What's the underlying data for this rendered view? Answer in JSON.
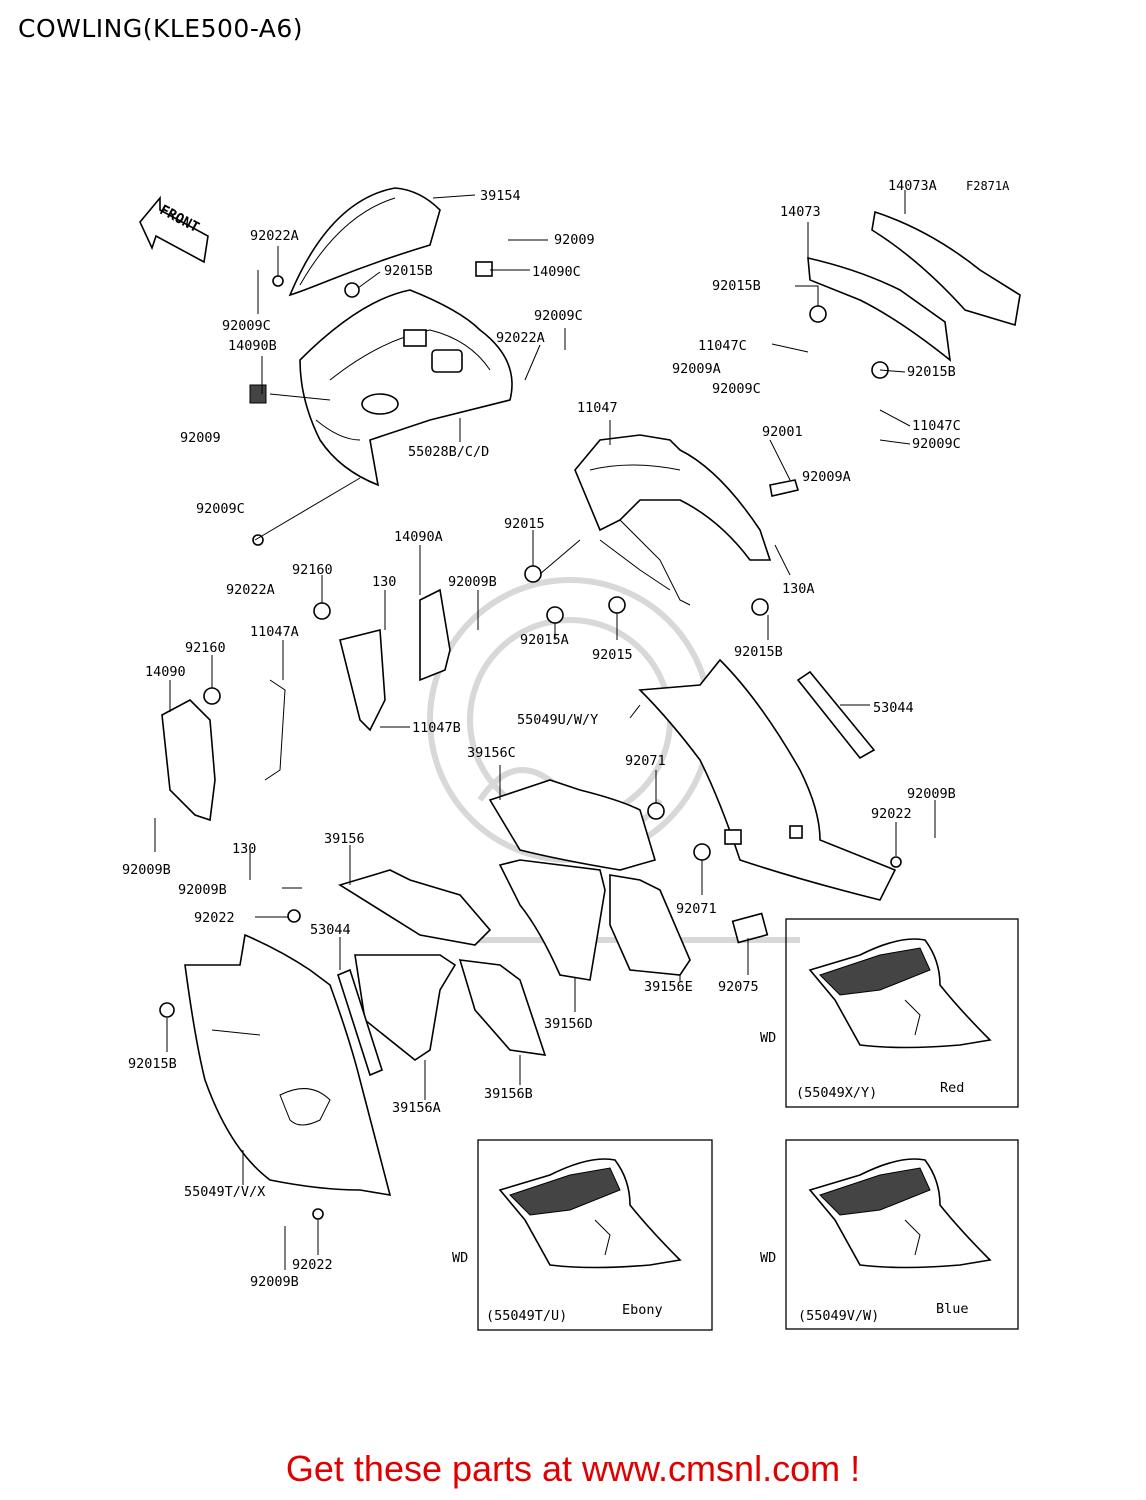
{
  "title": "COWLING(KLE500-A6)",
  "figure_ref": "F2871A",
  "front_label": "FRONT",
  "labels": {
    "l39154": "39154",
    "l92022A_a": "92022A",
    "l92009": "92009",
    "l92015B_a": "92015B",
    "l14090C": "14090C",
    "l92009C_a": "92009C",
    "l92009C_b": "92009C",
    "l14090B": "14090B",
    "l92022A_b": "92022A",
    "l92009_b": "92009",
    "l55028": "55028B/C/D",
    "l14073": "14073",
    "l14073A": "14073A",
    "l92015B_b": "92015B",
    "l11047C_a": "11047C",
    "l92009A_a": "92009A",
    "l92009C_c": "92009C",
    "l92015B_c": "92015B",
    "l11047": "11047",
    "l92001": "92001",
    "l11047C_b": "11047C",
    "l92009C_d": "92009C",
    "l92009A_b": "92009A",
    "l92009C_e": "92009C",
    "l92022A_c": "92022A",
    "l92015": "92015",
    "l14090A": "14090A",
    "l92160_a": "92160",
    "l130_a": "130",
    "l92009B_a": "92009B",
    "l130A": "130A",
    "l11047A": "11047A",
    "l92160_b": "92160",
    "l14090": "14090",
    "l92015A": "92015A",
    "l92015_b": "92015",
    "l92015B_d": "92015B",
    "l53044_a": "53044",
    "l55049UWY": "55049U/W/Y",
    "l11047B": "11047B",
    "l39156C": "39156C",
    "l92071_a": "92071",
    "l92009B_b": "92009B",
    "l92022_a": "92022",
    "l130_b": "130",
    "l92009B_c": "92009B",
    "l39156": "39156",
    "l92009B_d": "92009B",
    "l92022_b": "92022",
    "l53044_b": "53044",
    "l92071_b": "92071",
    "l92075": "92075",
    "l92015B_e": "92015B",
    "l39156D": "39156D",
    "l39156E": "39156E",
    "l39156B": "39156B",
    "l39156A": "39156A",
    "l55049TVX": "55049T/V/X",
    "l92022_c": "92022",
    "l92009B_e": "92009B"
  },
  "insets": [
    {
      "wd": "WD",
      "part": "(55049X/Y)",
      "color_name": "Red"
    },
    {
      "wd": "WD",
      "part": "(55049T/U)",
      "color_name": "Ebony"
    },
    {
      "wd": "WD",
      "part": "(55049V/W)",
      "color_name": "Blue"
    }
  ],
  "footer": "Get these parts at www.cmsnl.com !"
}
